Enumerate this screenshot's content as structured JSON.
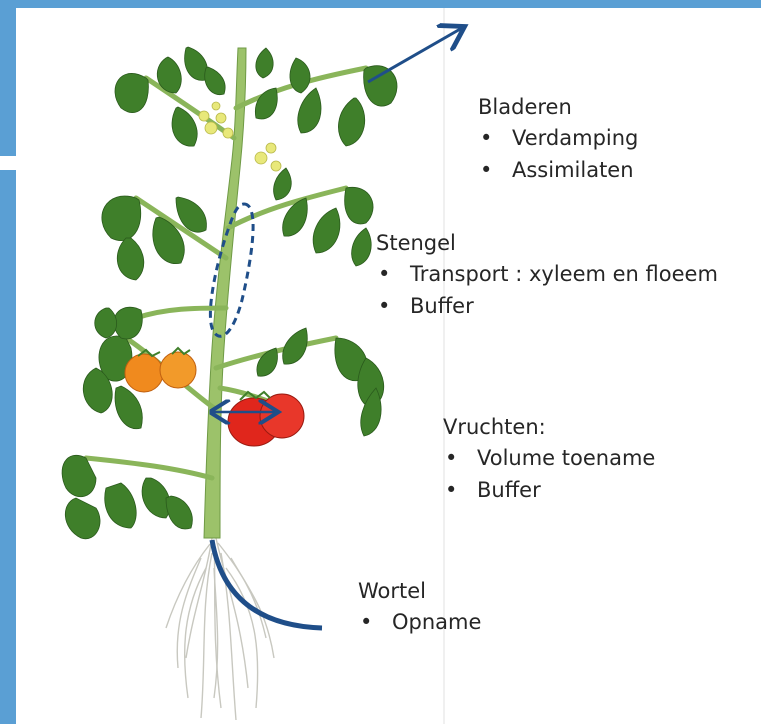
{
  "labels": {
    "bladeren": {
      "title": "Bladeren",
      "items": [
        "Verdamping",
        "Assimilaten"
      ]
    },
    "stengel": {
      "title": "Stengel",
      "items": [
        "Transport : xyleem en floeem",
        "Buffer"
      ]
    },
    "vruchten": {
      "title": "Vruchten:",
      "items": [
        "Volume toename",
        "Buffer"
      ]
    },
    "wortel": {
      "title": "Wortel",
      "items": [
        "Opname"
      ]
    }
  },
  "colors": {
    "background_frame": "#5a9fd4",
    "arrow": "#1f4e89",
    "leaf": "#3f7f2a",
    "leaf_light": "#6fa84a",
    "stem": "#9cc26a",
    "tomato_red": "#e0261c",
    "tomato_orange": "#f08a1e",
    "flower": "#e8e87a",
    "root": "#c8c8c0"
  }
}
